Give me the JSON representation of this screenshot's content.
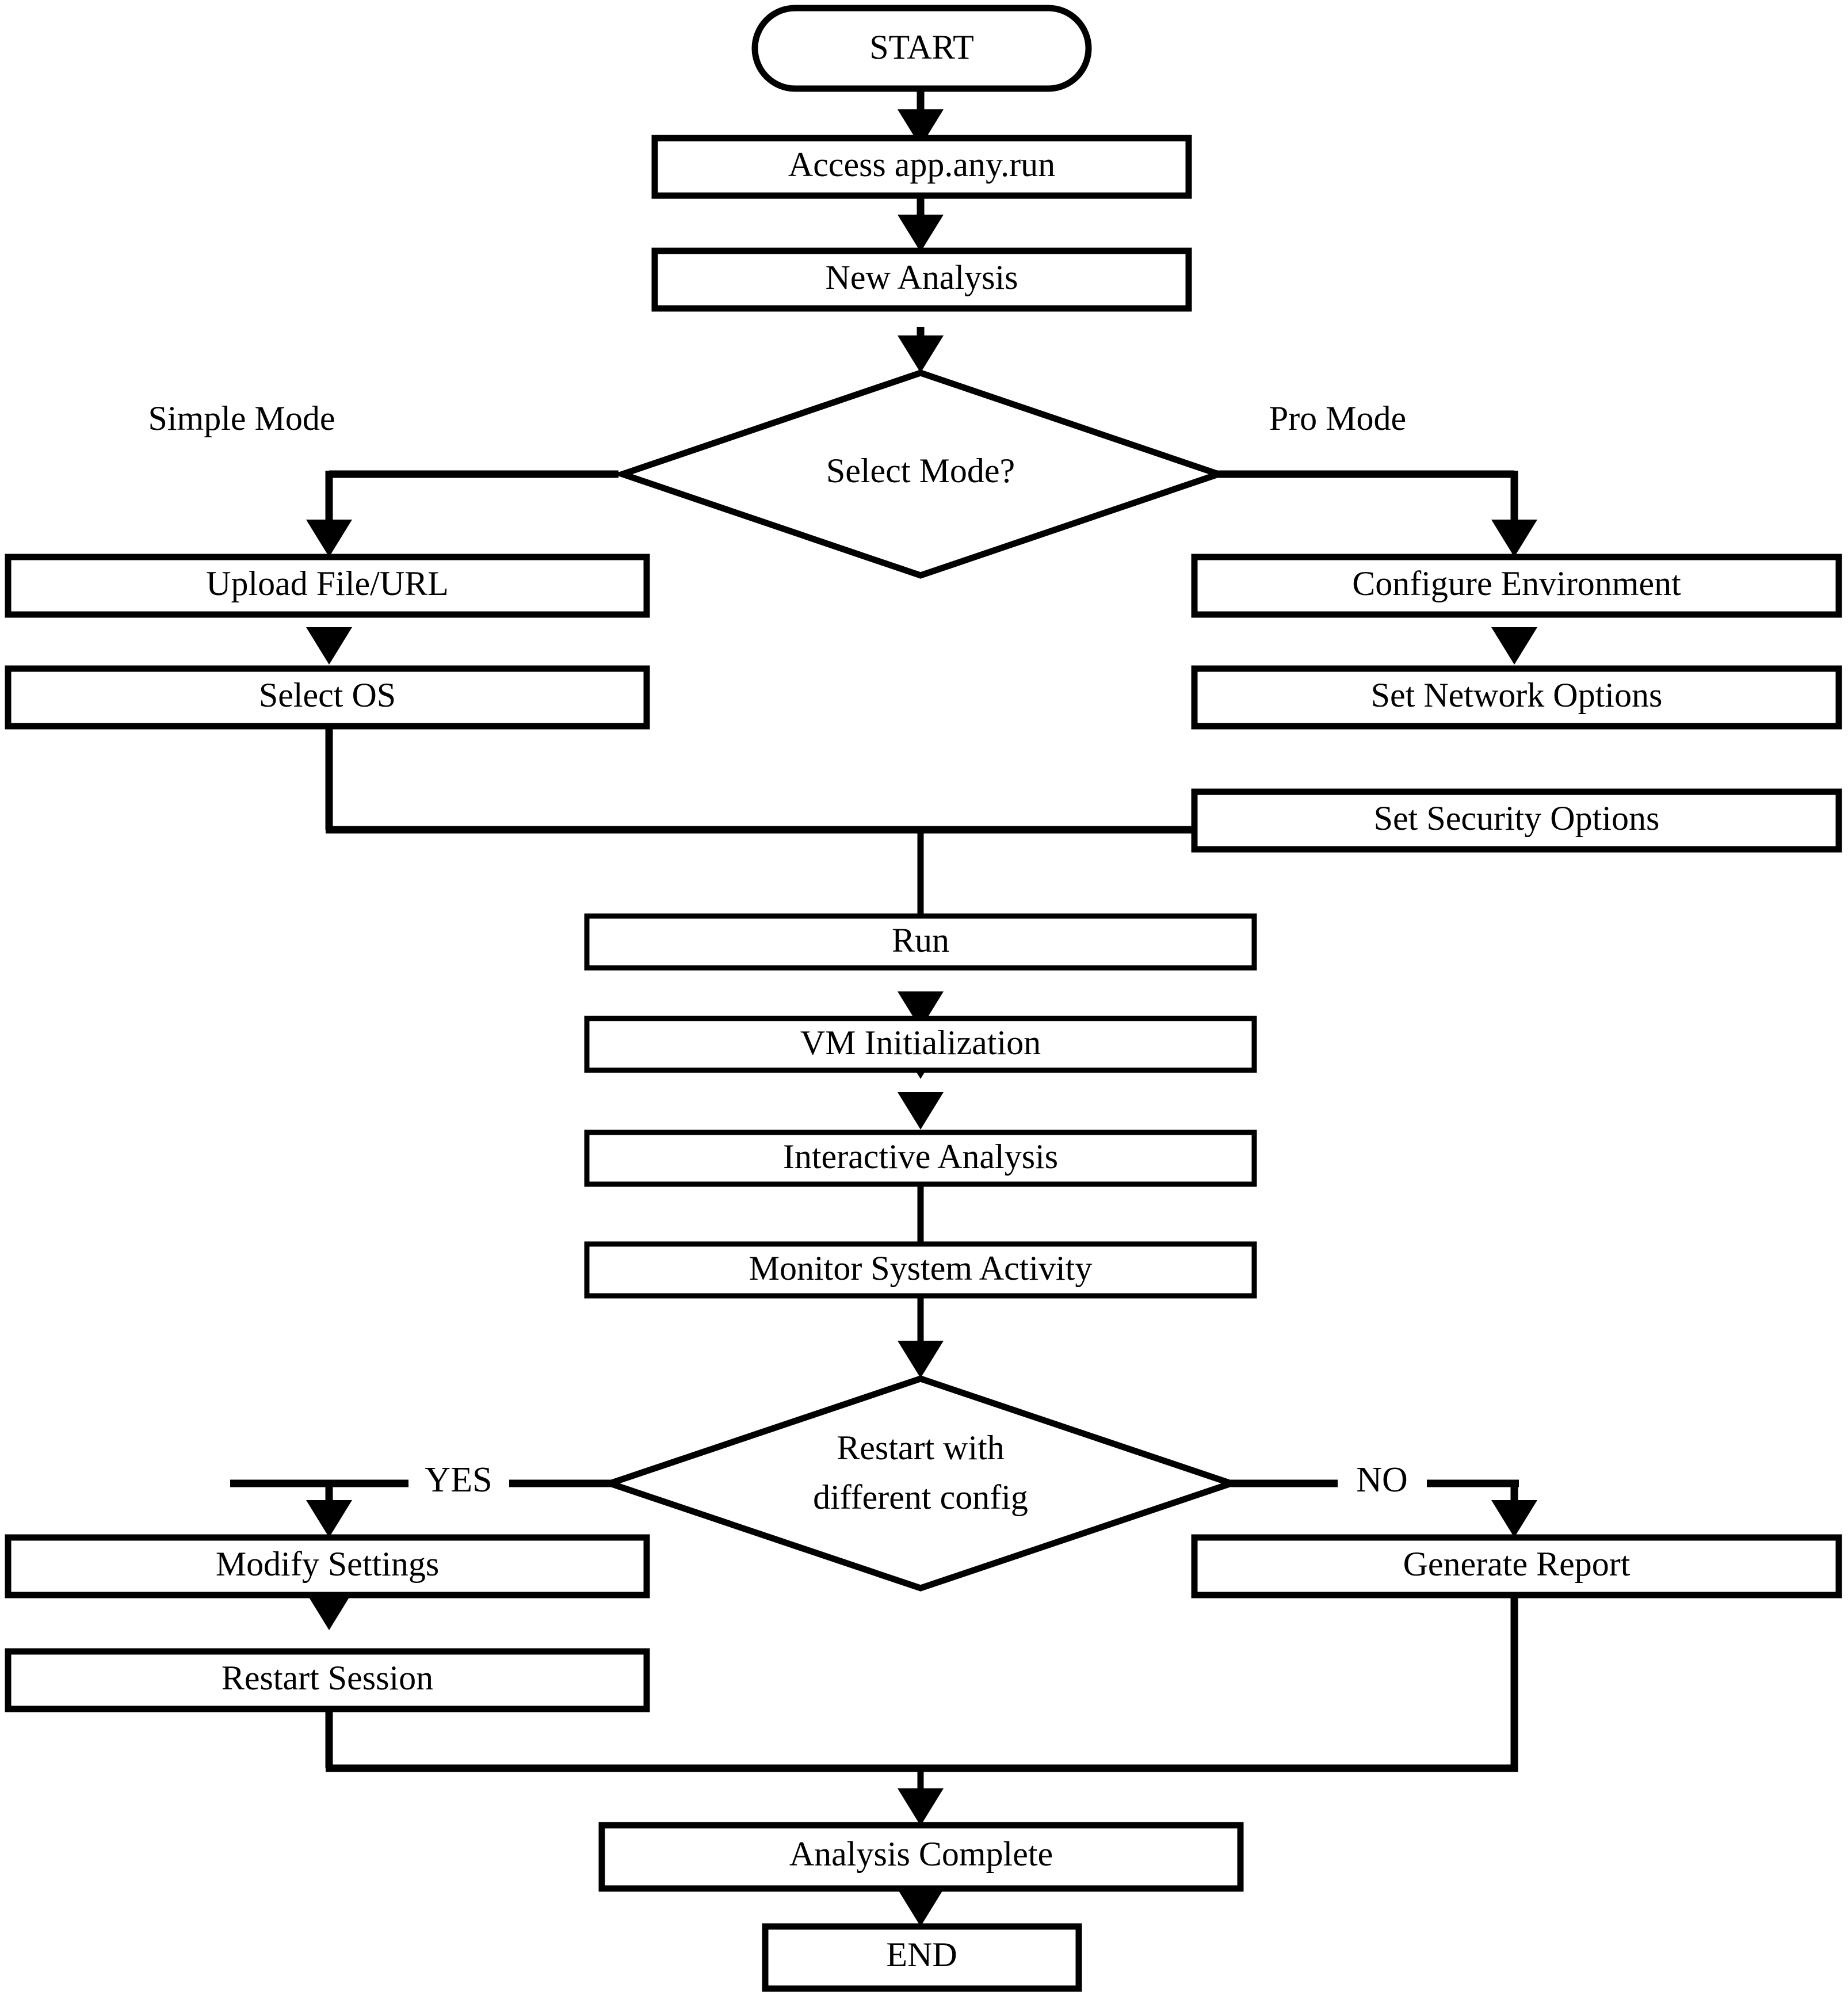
{
  "diagram": {
    "type": "flowchart",
    "orientation": "top-to-bottom",
    "background_color": "#ffffff",
    "line_color": "#000000",
    "node_fill": "#ffffff"
  },
  "nodes": {
    "start": {
      "label": "START",
      "shape": "stadium"
    },
    "access": {
      "label": "Access app.any.run",
      "shape": "rectangle"
    },
    "new_analysis": {
      "label": "New Analysis",
      "shape": "rectangle"
    },
    "select_mode": {
      "label": "Select Mode?",
      "shape": "diamond"
    },
    "upload": {
      "label": "Upload File/URL",
      "shape": "rectangle"
    },
    "select_os": {
      "label": "Select OS",
      "shape": "rectangle"
    },
    "configure_env": {
      "label": "Configure Environment",
      "shape": "rectangle"
    },
    "network_opts": {
      "label": "Set Network Options",
      "shape": "rectangle"
    },
    "security_opts": {
      "label": "Set Security Options",
      "shape": "rectangle"
    },
    "run": {
      "label": "Run",
      "shape": "rectangle"
    },
    "vm_init": {
      "label": "VM Initialization",
      "shape": "rectangle"
    },
    "interactive": {
      "label": "Interactive Analysis",
      "shape": "rectangle"
    },
    "monitor": {
      "label": "Monitor System Activity",
      "shape": "rectangle"
    },
    "restart_decision": {
      "label_line1": "Restart with",
      "label_line2": "different config",
      "shape": "diamond"
    },
    "modify": {
      "label": "Modify Settings",
      "shape": "rectangle"
    },
    "restart_session": {
      "label": "Restart Session",
      "shape": "rectangle"
    },
    "generate_report": {
      "label": "Generate Report",
      "shape": "rectangle"
    },
    "analysis_complete": {
      "label": "Analysis Complete",
      "shape": "rectangle"
    },
    "end": {
      "label": "END",
      "shape": "rectangle"
    }
  },
  "edge_labels": {
    "simple_mode": "Simple Mode",
    "pro_mode": "Pro Mode",
    "yes": "YES",
    "no": "NO"
  },
  "edges": [
    {
      "from": "start",
      "to": "access",
      "label": ""
    },
    {
      "from": "access",
      "to": "new_analysis",
      "label": ""
    },
    {
      "from": "new_analysis",
      "to": "select_mode",
      "label": ""
    },
    {
      "from": "select_mode",
      "to": "upload",
      "label": "Simple Mode"
    },
    {
      "from": "select_mode",
      "to": "configure_env",
      "label": "Pro Mode"
    },
    {
      "from": "upload",
      "to": "select_os",
      "label": ""
    },
    {
      "from": "configure_env",
      "to": "network_opts",
      "label": ""
    },
    {
      "from": "network_opts",
      "to": "security_opts",
      "label": ""
    },
    {
      "from": "select_os",
      "to": "run",
      "label": ""
    },
    {
      "from": "security_opts",
      "to": "run",
      "label": ""
    },
    {
      "from": "run",
      "to": "vm_init",
      "label": ""
    },
    {
      "from": "vm_init",
      "to": "interactive",
      "label": ""
    },
    {
      "from": "interactive",
      "to": "monitor",
      "label": ""
    },
    {
      "from": "monitor",
      "to": "restart_decision",
      "label": ""
    },
    {
      "from": "restart_decision",
      "to": "modify",
      "label": "YES"
    },
    {
      "from": "restart_decision",
      "to": "generate_report",
      "label": "NO"
    },
    {
      "from": "modify",
      "to": "restart_session",
      "label": ""
    },
    {
      "from": "restart_session",
      "to": "analysis_complete",
      "label": ""
    },
    {
      "from": "generate_report",
      "to": "analysis_complete",
      "label": ""
    },
    {
      "from": "analysis_complete",
      "to": "end",
      "label": ""
    }
  ]
}
